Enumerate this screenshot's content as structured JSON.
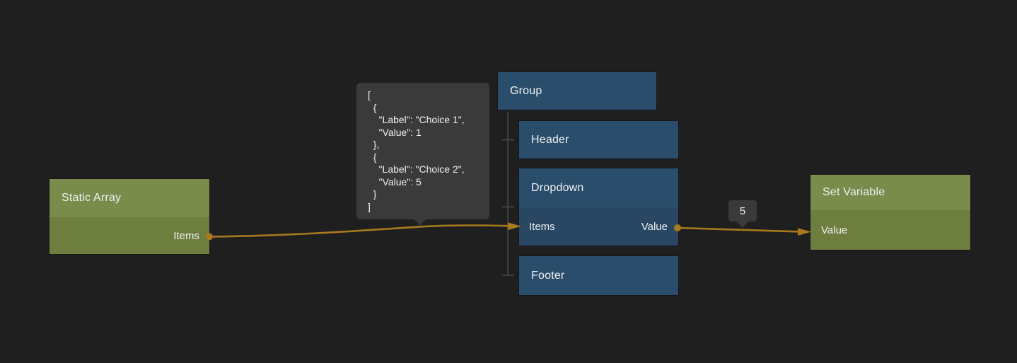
{
  "colors": {
    "bg": "#1f1f20",
    "text": "#eef1f2",
    "green_header": "#7a8c4c",
    "green_body": "#6d7e3f",
    "blue_header": "#2b4d6c",
    "blue_body": "#294763",
    "wire": "#a87a1d",
    "connector": "#4a4a4a",
    "tooltip_bg": "#3a3a3b"
  },
  "nodes": {
    "static_array": {
      "title": "Static Array",
      "output_label": "Items"
    },
    "group": {
      "title": "Group"
    },
    "header": {
      "title": "Header"
    },
    "dropdown": {
      "title": "Dropdown",
      "input_label": "Items",
      "output_label": "Value"
    },
    "footer": {
      "title": "Footer"
    },
    "set_variable": {
      "title": "Set Variable",
      "input_label": "Value"
    }
  },
  "tooltips": {
    "items_preview": "[\n  {\n    \"Label\": \"Choice 1\",\n    \"Value\": 1\n  },\n  {\n    \"Label\": \"Choice 2\",\n    \"Value\": 5\n  }\n]",
    "value_preview": "5"
  }
}
